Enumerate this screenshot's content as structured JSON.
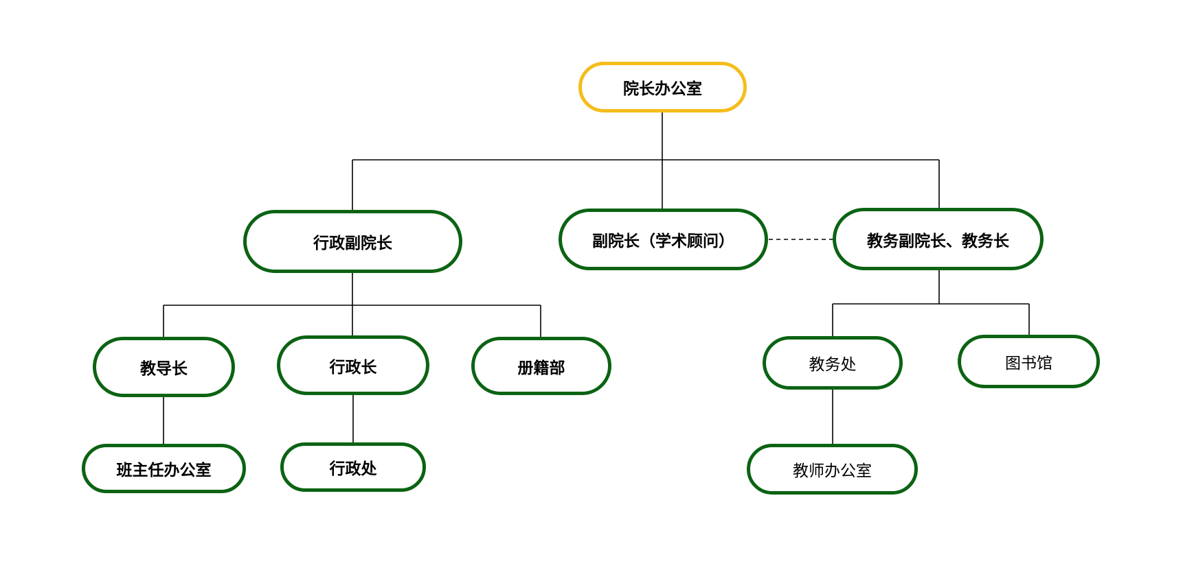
{
  "colors": {
    "node_border": "#0b6313",
    "root_border": "#f5bd1c",
    "line": "#000000",
    "text": "#000000"
  },
  "nodes": {
    "root": "院长办公室",
    "admin_vp": "行政副院长",
    "vp_academic_advisor": "副院长（学术顾问）",
    "academic_vp": "教务副院长、教务长",
    "dean_of_guidance": "教导长",
    "admin_chief": "行政长",
    "registry": "册籍部",
    "academic_affairs_office": "教务处",
    "library": "图书馆",
    "class_teacher_office": "班主任办公室",
    "admin_office": "行政处",
    "teacher_office": "教师办公室"
  }
}
